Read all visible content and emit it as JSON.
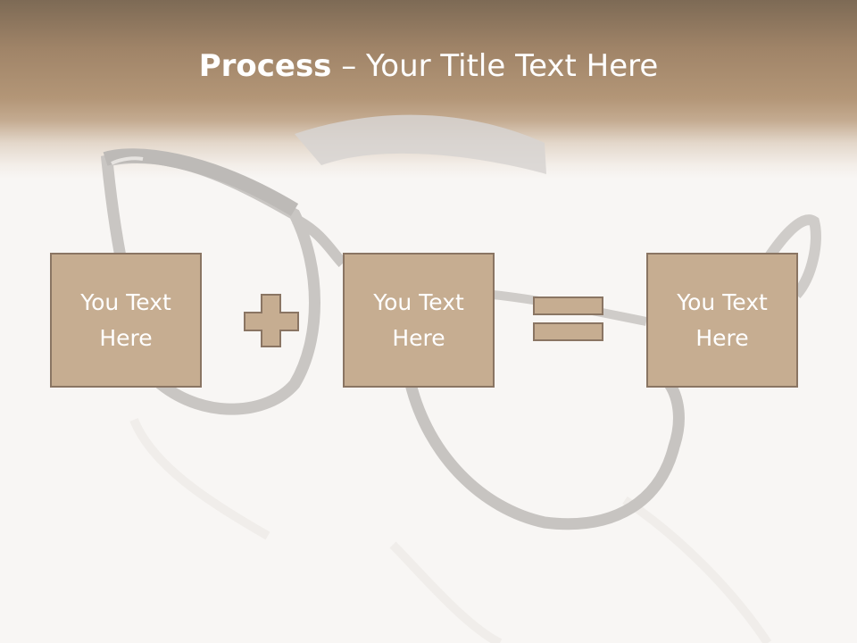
{
  "title": {
    "bold": "Process",
    "rest": " – Your Title Text Here"
  },
  "boxes": [
    {
      "text": "You Text Here"
    },
    {
      "text": "You Text Here"
    },
    {
      "text": "You Text Here"
    }
  ],
  "operators": [
    "plus",
    "equals"
  ],
  "colors": {
    "title_band": "#a08468",
    "box_fill": "#c6ad91",
    "box_border": "#8a7563",
    "text": "#ffffff",
    "background": "#f8f6f4"
  }
}
